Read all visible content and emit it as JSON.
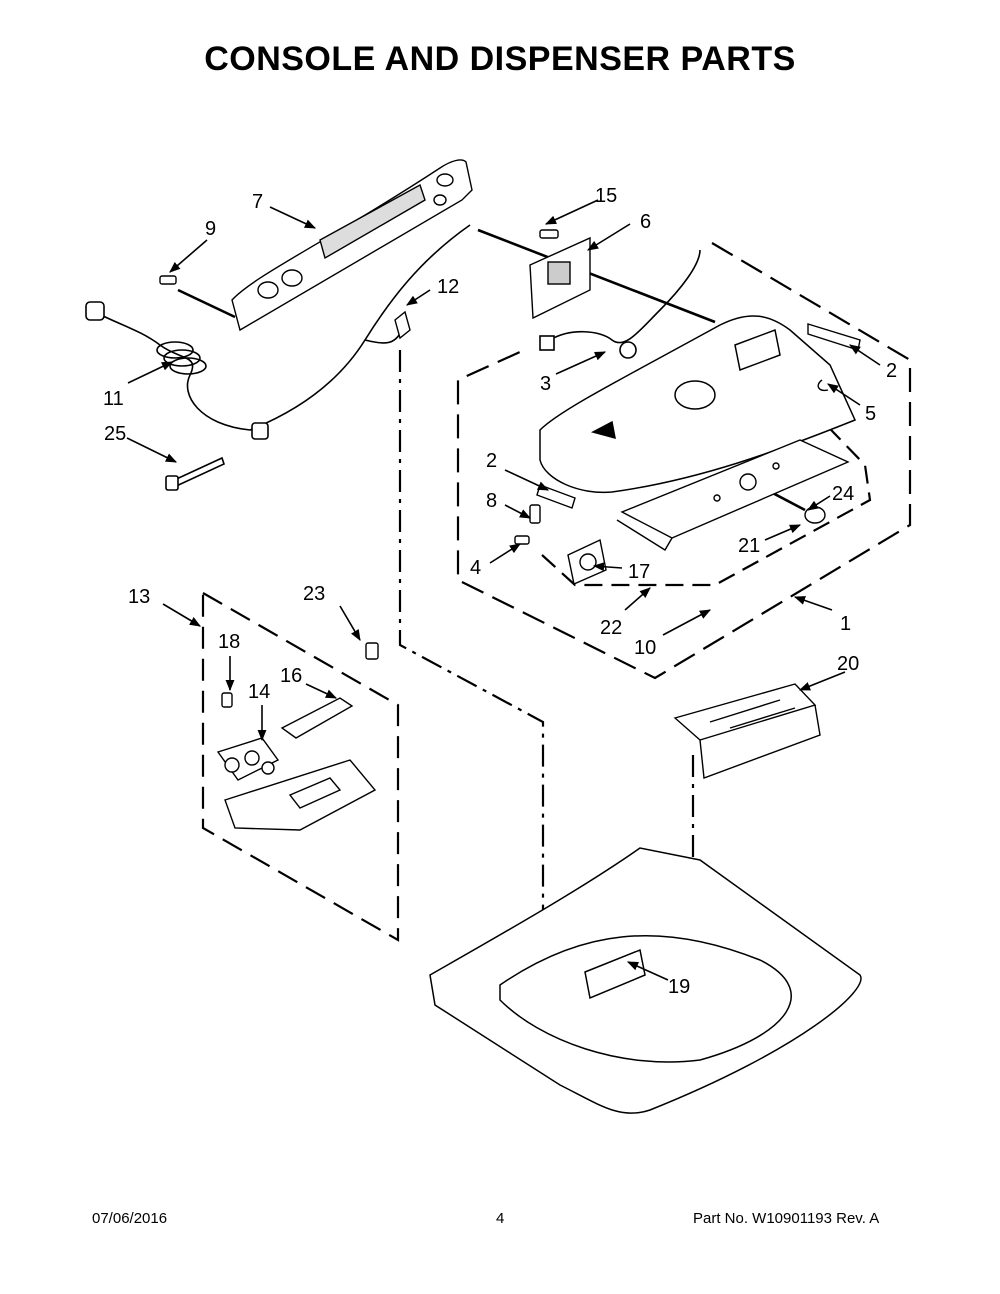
{
  "title": "CONSOLE AND DISPENSER PARTS",
  "callouts": {
    "c1": "1",
    "c2a": "2",
    "c2b": "2",
    "c3": "3",
    "c4": "4",
    "c5": "5",
    "c6": "6",
    "c7": "7",
    "c8": "8",
    "c9": "9",
    "c10": "10",
    "c11": "11",
    "c12": "12",
    "c13": "13",
    "c14": "14",
    "c15": "15",
    "c16": "16",
    "c17": "17",
    "c18": "18",
    "c19": "19",
    "c20": "20",
    "c21": "21",
    "c22": "22",
    "c23": "23",
    "c24": "24",
    "c25": "25"
  },
  "footer": {
    "date": "07/06/2016",
    "page": "4",
    "part": "Part No.  W10901193  Rev.  A"
  }
}
